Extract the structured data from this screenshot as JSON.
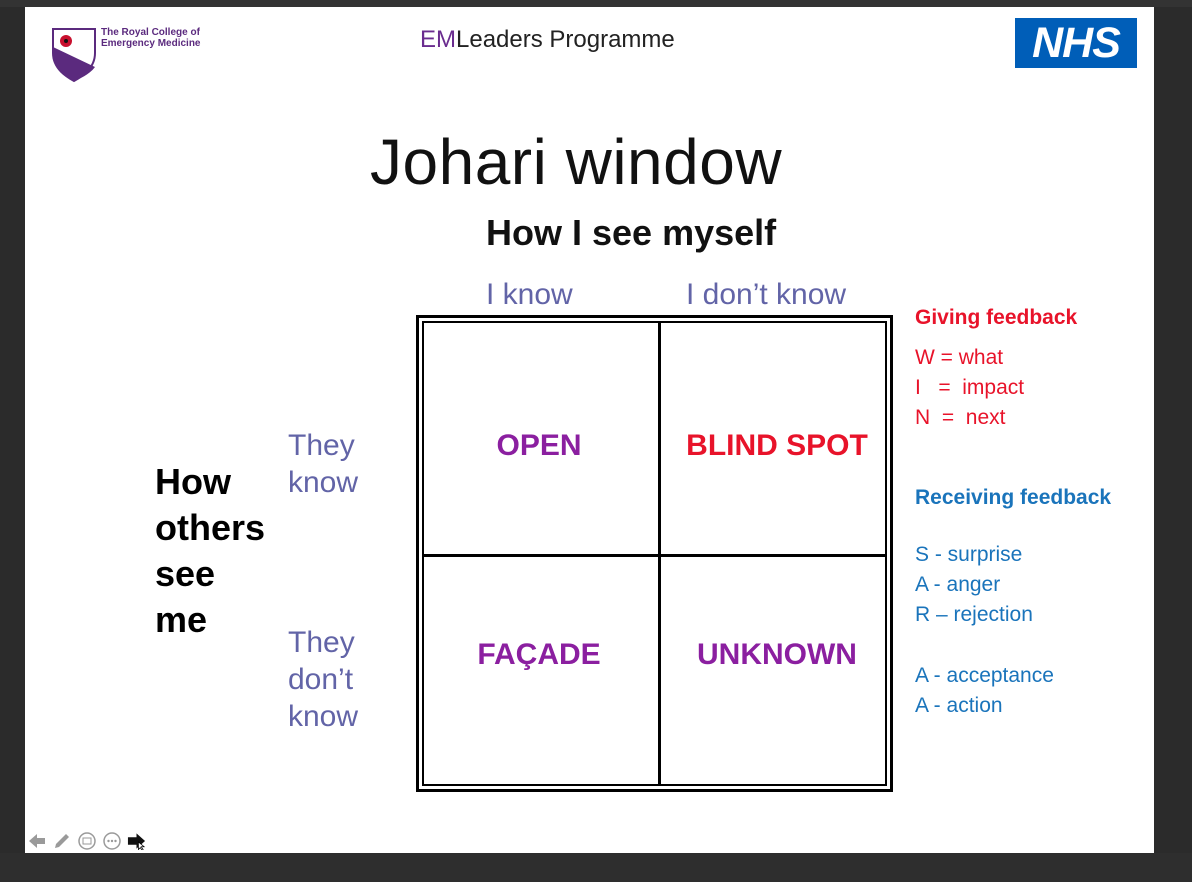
{
  "header": {
    "org_name_line1": "The Royal College of",
    "org_name_line2": "Emergency Medicine",
    "programme_prefix": "EM",
    "programme_suffix": "Leaders Programme",
    "nhs_logo_text": "NHS"
  },
  "slide": {
    "title": "Johari window",
    "subtitle": "How I see myself",
    "columns": [
      "I know",
      "I don’t know"
    ],
    "rows": [
      {
        "line1": "They",
        "line2": "know"
      },
      {
        "line1": "They",
        "line2": "don’t",
        "line3": "know"
      }
    ],
    "side_label": [
      "How",
      "others",
      "see",
      "me"
    ],
    "cells": {
      "open": "OPEN",
      "blind": "BLIND SPOT",
      "facade": "FAÇADE",
      "unknown": "UNKNOWN"
    }
  },
  "feedback": {
    "giving": {
      "heading": "Giving feedback",
      "items": [
        "W = what",
        "I   =  impact",
        "N  =  next"
      ]
    },
    "receiving": {
      "heading": "Receiving feedback",
      "items": [
        "S - surprise",
        "A - anger",
        "R – rejection",
        "A - acceptance",
        "A - action"
      ]
    }
  },
  "toolbar": {
    "icons": [
      "back-arrow-icon",
      "pen-icon",
      "slides-icon",
      "more-icon",
      "forward-arrow-icon"
    ]
  },
  "colors": {
    "purple": "#8b1fa0",
    "red": "#e8132a",
    "blue": "#1a74bb",
    "label_blue": "#6264a7",
    "nhs_blue": "#005eb8"
  }
}
